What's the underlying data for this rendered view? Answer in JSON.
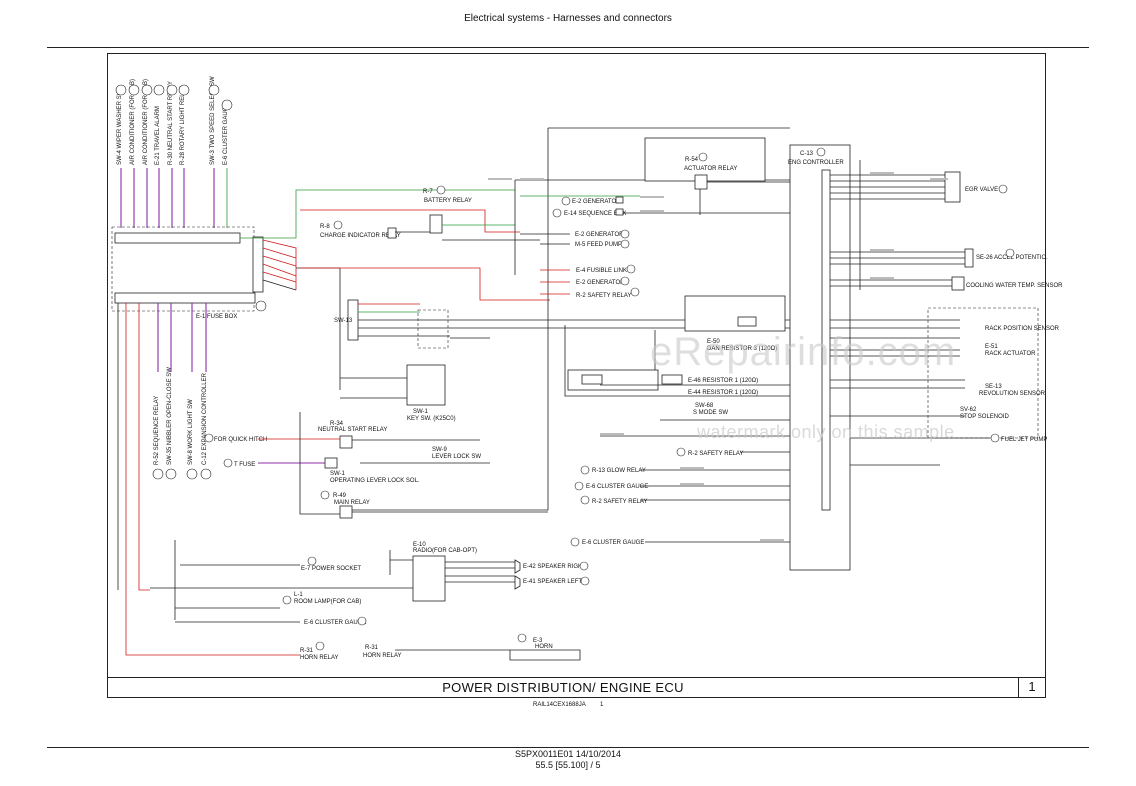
{
  "header": {
    "title": "Electrical systems - Harnesses and connectors"
  },
  "title_block": {
    "title": "POWER DISTRIBUTION/ ENGINE ECU",
    "sheet_number": "1"
  },
  "ref": {
    "code": "RAIL14CEX1688JA",
    "sheet": "1"
  },
  "footer": {
    "doc": "S5PX0011E01 14/10/2014",
    "page": "55.5 [55.100] / 5"
  },
  "watermark": {
    "line1": "eRepairinfo.com",
    "line2": "watermark only on this sample"
  },
  "colors": {
    "wire": "#222222",
    "red": "#d21a1a",
    "green": "#2e9a3a",
    "purple": "#8b2fa8"
  },
  "components": {
    "top_labels": [
      "SW-4 WIPER WASHER SW",
      "AIR CONDITIONER (FOR CAB)",
      "AIR CONDITIONER (FOR CAB)",
      "E-21 TRAVEL ALARM",
      "R-30 NEUTRAL START RELAY",
      "R-28 ROTARY LIGHT RELAY",
      "SW-3 TWO SPEED SELECT SW",
      "E-6 CLUSTER GAUGE"
    ],
    "left_labels": [
      "R-52 SEQUENCE RELAY",
      "SW-35 NIBBLER OPEN-CLOSE SW",
      "SW-8 WORK LIGHT SW",
      "C-12 EXPANSION CONTROLLER"
    ],
    "fuse_box": "E-1 FUSE BOX",
    "battery_relay": "BATTERY RELAY",
    "battery_relay_id": "R-7",
    "charge_relay": "CHARGE INDICATOR RELAY",
    "charge_relay_id": "R-8",
    "actuator_relay": "ACTUATOR RELAY",
    "actuator_relay_id": "R-54",
    "engine_controller": "ENG CONTROLLER",
    "engine_controller_id": "C-13",
    "egr_valve": "EGR VALVE",
    "generator1": "E-2 GENERATOR",
    "sequence_box": "E-14 SEQUENCE BOX",
    "generator2": "E-2 GENERATOR",
    "feed_pump": "M-5 FEED PUMP",
    "fusible_link": "E-4 FUSIBLE LINK",
    "generator3": "E-2 GENERATOR",
    "safety_relay1": "R-2 SAFETY RELAY",
    "accel_pot": "SE-26 ACCEL POTENTIO.",
    "coolant_sensor": "COOLING WATER TEMP. SENSOR",
    "rack_sensor": "RACK POSITION SENSOR",
    "rack_actuator": "RACK ACTUATOR",
    "rack_block": "E-51",
    "revolution_sensor": "REVOLUTION SENSOR",
    "revolution_sensor_id": "SE-13",
    "stop_solenoid": "STOP SOLENOID",
    "stop_solenoid_id": "SV-62",
    "fuel_pump": "FUEL JET PUMP",
    "sw13": "SW-13",
    "dan_resistor": "DAN RESISTOR 3 (120Ω)",
    "resistor1": "E-46 RESISTOR 1 (120Ω)",
    "resistor2": "E-44 RESISTOR 1 (120Ω)",
    "resistor_block": "E-50",
    "s_mode": "S MODE SW",
    "s_mode_id": "SW-68",
    "key_sw": "KEY SW. (K25C0)",
    "key_sw_id": "SW-1",
    "neutral_relay": "NEUTRAL START RELAY",
    "neutral_relay_id": "R-34",
    "quick_hitch": "FOR QUICK HITCH",
    "fuse_t": "T FUSE",
    "lever_lock": "LEVER LOCK SW",
    "lever_lock_id": "SW-9",
    "op_lever": "OPERATING LEVER LOCK SOL.",
    "op_lever_id": "SW-1",
    "main_relay": "MAIN RELAY",
    "main_relay_id": "R-49",
    "safety_relay2": "R-2 SAFETY RELAY",
    "glow_relay": "R-13 GLOW RELAY",
    "cluster_gauge1": "E-6 CLUSTER GAUGE",
    "safety_relay3": "R-2 SAFETY RELAY",
    "cluster_gauge2": "E-6 CLUSTER GAUGE",
    "radio": "RADIO(FOR CAB-OPT)",
    "radio_id": "E-10",
    "speaker_right": "E-42 SPEAKER RIGHT",
    "speaker_left": "E-41 SPEAKER LEFT",
    "power_socket": "E-7 POWER SOCKET",
    "room_lamp": "ROOM LAMP(FOR CAB)",
    "room_lamp_id": "L-1",
    "cluster_gauge3": "E-6 CLUSTER GAUGE",
    "horn_relay1": "HORN RELAY",
    "horn_relay1_id": "R-31",
    "horn_relay2": "HORN RELAY",
    "horn_relay2_id": "R-31",
    "horn": "HORN",
    "horn_id": "E-3"
  }
}
